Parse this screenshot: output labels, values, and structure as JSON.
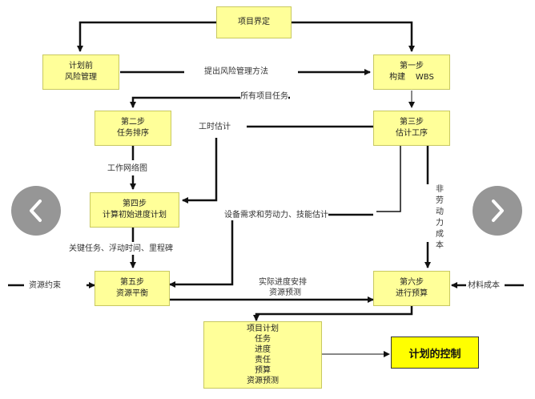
{
  "nodes": {
    "scope": [
      "项目界定"
    ],
    "pre_risk": [
      "计划前",
      "风险管理"
    ],
    "step1": [
      "第一步",
      "构建    WBS"
    ],
    "step2": [
      "第二步",
      "任务排序"
    ],
    "step3": [
      "第三步",
      "估计工序"
    ],
    "step4": [
      "第四步",
      "计算初始进度计划"
    ],
    "step5": [
      "第五步",
      "资源平衡"
    ],
    "step6": [
      "第六步",
      "进行预算"
    ],
    "plan": [
      "项目计划",
      "任务",
      "进度",
      "责任",
      "预算",
      "资源预测"
    ],
    "control": "计划的控制"
  },
  "edge_labels": {
    "risk_methods": "提出风险管理方法",
    "all_tasks": "所有项目任务",
    "time_estimate": "工时估计",
    "network": "工作网络图",
    "equipment": "设备需求和劳动力、技能估计",
    "critical": "关键任务、浮动时间、里程碑",
    "resource_constraint": "资源约束",
    "actual_schedule": "实际进度安排",
    "resource_forecast": "资源预测",
    "material_cost": "材料成本",
    "non_labor_cost": "非劳动力成本"
  },
  "nav": {
    "prev": "chevron-left-icon",
    "next": "chevron-right-icon"
  },
  "colors": {
    "box": "#ffff99",
    "control": "#ffff00",
    "arrow": "#111111"
  }
}
